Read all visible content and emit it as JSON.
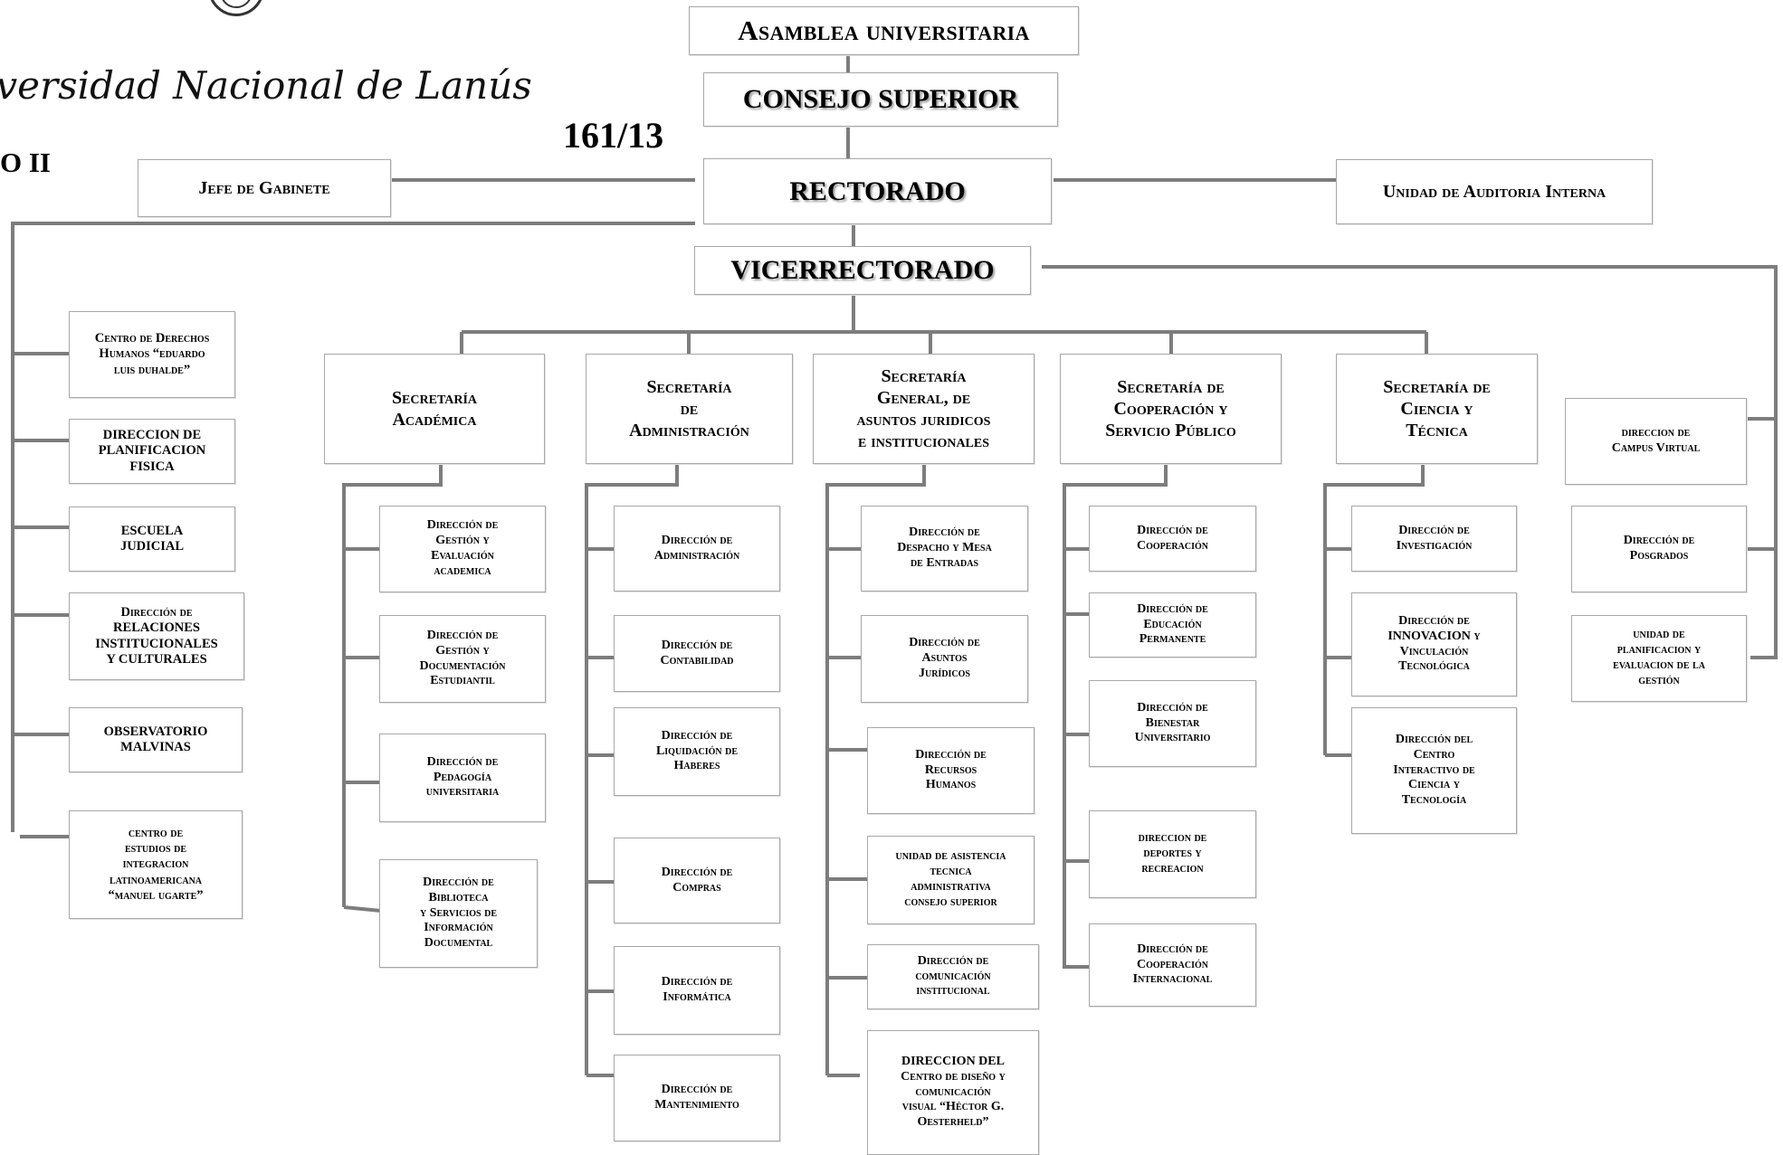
{
  "header": {
    "university_name": "iversidad Nacional de Lanús",
    "resolution_number": "161/13",
    "annex_label": "O II"
  },
  "top": {
    "asamblea": "Asamblea universitaria",
    "consejo": "CONSEJO SUPERIOR",
    "rectorado": "RECTORADO",
    "vicerrectorado": "VICERRECTORADO",
    "jefe_gabinete": "Jefe de Gabinete",
    "auditoria": "Unidad de Auditoria Interna"
  },
  "rectorado_units": [
    "Centro de Derechos\nHumanos “eduardo\nluis duhalde”",
    "DIRECCION DE\nPLANIFICACION\nFISICA",
    "ESCUELA\nJUDICIAL",
    "Dirección de\nRELACIONES\nINSTITUCIONALES\nY CULTURALES",
    "OBSERVATORIO\nMALVINAS",
    "centro de\nestudios de\nintegracion\nlatinoamericana\n“manuel ugarte”"
  ],
  "vicerrectorado_units": [
    "direccion de\nCampus Virtual",
    "Dirección de\nPosgrados",
    "unidad de\nplanificacion y\nevaluacion de la\ngestión"
  ],
  "secretarias": [
    {
      "title": "Secretaría\nAcadémica",
      "units": [
        "Dirección de\nGestión y\nEvaluación\nacademica",
        "Dirección de\nGestión y\nDocumentación\nEstudiantil",
        "Dirección de\nPedagogía\nuniversitaria",
        "Dirección de\nBiblioteca\ny Servicios de\nInformación\nDocumental"
      ]
    },
    {
      "title": "Secretaría\nde\nAdministración",
      "units": [
        "Dirección de\nAdministración",
        "Dirección de\nContabilidad",
        "Dirección de\nLiquidación de\nHaberes",
        "Dirección de\nCompras",
        "Dirección de\nInformática",
        "Dirección de\nMantenimiento"
      ]
    },
    {
      "title": "Secretaría\nGeneral, de\nasuntos juridicos\ne institucionales",
      "units": [
        "Dirección de\nDespacho y Mesa\nde Entradas",
        "Dirección de\nAsuntos\nJurídicos",
        "Dirección de\nRecursos\nHumanos",
        "unidad de asistencia\ntecnica\nadministrativa\nconsejo superior",
        "Dirección de\ncomunicación\ninstitucional",
        "DIRECCION DEL\nCentro de diseño y\ncomunicación\nvisual “Héctor G.\nOesterheld”"
      ]
    },
    {
      "title": "Secretaría de\nCooperación y\nServicio Público",
      "units": [
        "Dirección de\nCooperación",
        "Dirección de\nEducación\nPermanente",
        "Dirección de\nBienestar\nUniversitario",
        "direccion de\ndeportes y\nrecreacion",
        "Dirección de\nCooperación\nInternacional"
      ]
    },
    {
      "title": "Secretaría de\nCiencia y\nTécnica",
      "units": [
        "Dirección de\nInvestigación",
        "Dirección de\nINNOVACION y\nVinculación\nTecnológica",
        "Dirección del\nCentro\nInteractivo de\nCiencia y\nTecnología"
      ]
    }
  ]
}
